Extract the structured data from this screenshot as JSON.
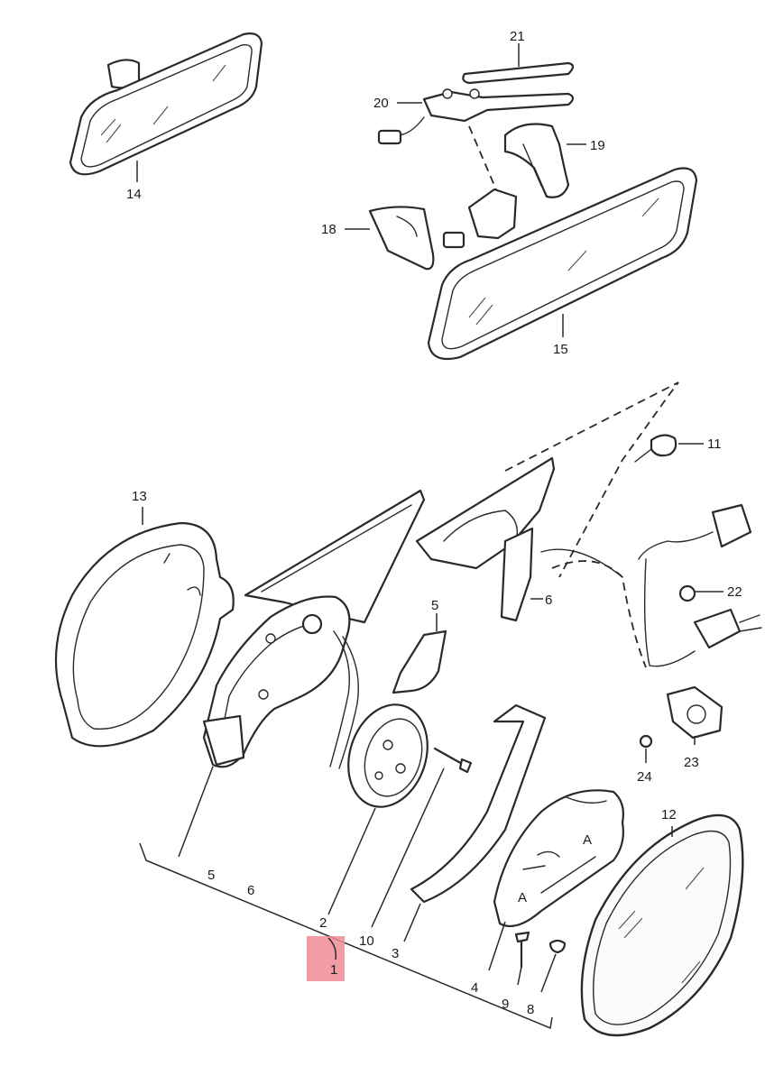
{
  "diagram": {
    "callouts": {
      "c1": "1",
      "c2": "2",
      "c3": "3",
      "c4": "4",
      "c5": "5",
      "c5b": "5",
      "c6": "6",
      "c6b": "6",
      "c8": "8",
      "c9": "9",
      "c10": "10",
      "c11": "11",
      "c12": "12",
      "c13": "13",
      "c14": "14",
      "c15": "15",
      "c18": "18",
      "c19": "19",
      "c20": "20",
      "c21": "21",
      "c22": "22",
      "c23": "23",
      "c24": "24"
    },
    "highlight": {
      "target": "1",
      "color": "#f08c96"
    }
  }
}
